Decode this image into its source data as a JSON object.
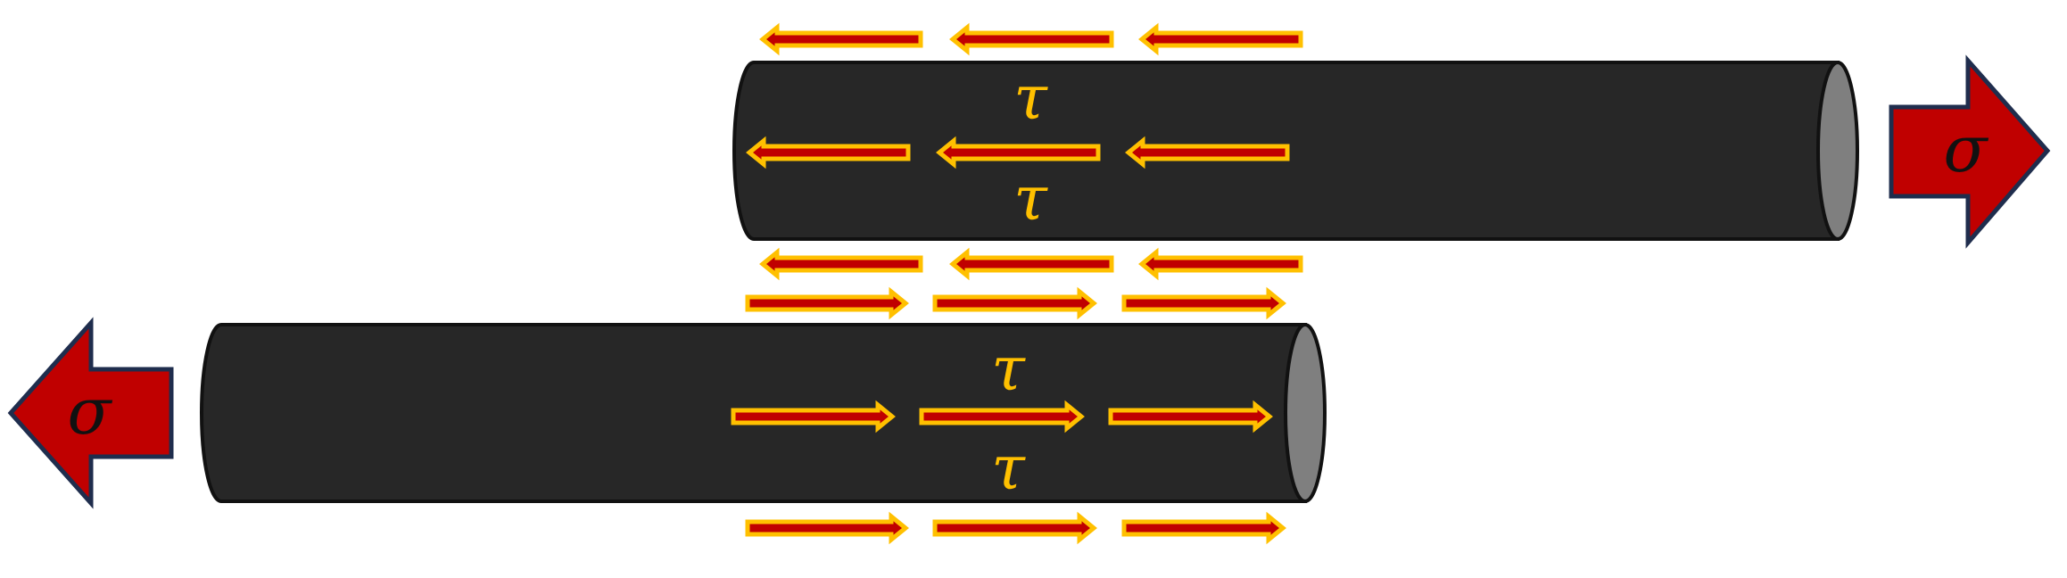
{
  "symbols": {
    "tau": "τ",
    "sigma": "σ"
  },
  "colors": {
    "background": "#ffffff",
    "rod_body": "#272727",
    "rod_edge": "#111111",
    "rod_end_face": "#7f7f7f",
    "shear_arrow_fill": "#c00000",
    "shear_arrow_outline": "#ffc000",
    "tau_text": "#ffc000",
    "load_arrow_fill": "#c00000",
    "load_arrow_outline": "#1f2d4d",
    "sigma_text": "#111111"
  },
  "elements": {
    "upper_rod": {
      "shear_direction": "left",
      "load_direction": "right"
    },
    "lower_rod": {
      "shear_direction": "right",
      "load_direction": "left"
    }
  }
}
